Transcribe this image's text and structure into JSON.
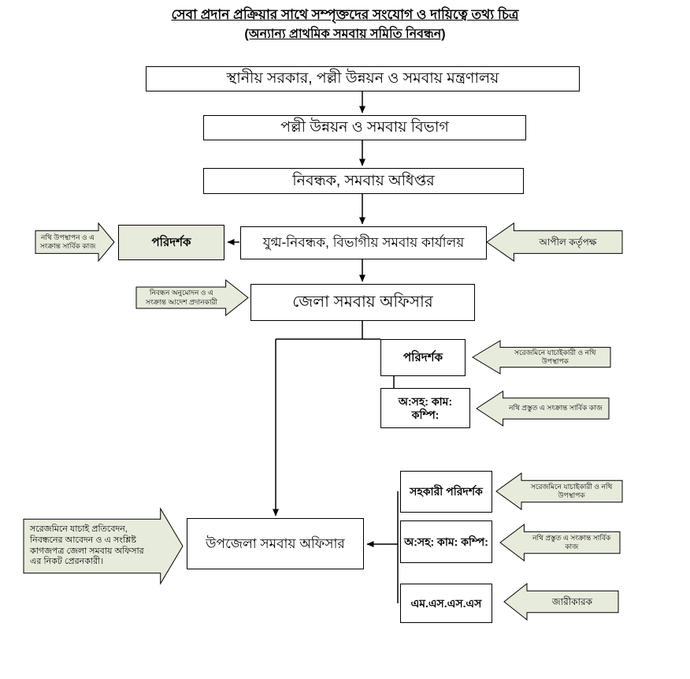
{
  "header": {
    "title": "সেবা প্রদান প্রক্রিয়ার সাথে সম্পৃক্তদের সংযোগ ও দায়িত্বে তথ্য চিত্র",
    "subtitle": "(অন্যান্য প্রাথমিক সমবায় সমিতি নিবন্ধন)"
  },
  "colors": {
    "callout_fill": "#e7ebdc",
    "box_fill": "#ffffff",
    "line_color": "#000000"
  },
  "nodes": {
    "ministry": {
      "label": "স্থানীয় সরকার, পল্লী উন্নয়ন ও সমবায় মন্ত্রণালয়"
    },
    "division": {
      "label": "পল্লী উন্নয়ন ও  সমবায় বিভাগ"
    },
    "registrar": {
      "label": "নিবন্ধক, সমবায় অধিপ্তর"
    },
    "joint_registrar": {
      "label": "যুগ্ম-নিবন্ধক, বিভাগীয় সমবায় কার্যালয়"
    },
    "inspector_divisional": {
      "label": "পরিদর্শক"
    },
    "district_officer": {
      "label": "জেলা সমবায় অফিসার"
    },
    "inspector_district": {
      "label": "পরিদর্শক"
    },
    "office_asst_district": {
      "label": "অ:সহ: কাম: কম্পি:"
    },
    "assistant_inspector": {
      "label": "সহকারী পরিদর্শক"
    },
    "office_asst_upazila": {
      "label": "অ:সহ: কাম: কম্পি:"
    },
    "mss": {
      "label": "এম.এস.এস.এস"
    },
    "upazila_officer": {
      "label": "উপজেলা সমবায় অফিসার"
    }
  },
  "callouts": {
    "file_presentation": "নথি উপস্থাপন ও এ সংক্রান্ত সার্বিক কাজ",
    "appeal_authority": "আপীল কর্তৃপক্ষ",
    "registration_approval": "নিবন্ধন অনুমোদন ও এ সংক্রান্ত আদেশ প্রদানকারী",
    "field_verifier_district": "সরেজমিনে যাচাইকারী ও নথি উপস্থাপক",
    "file_prepare_district": "নথি প্রস্তুত এ সংক্রান্ত সার্বিক কাজ",
    "field_verifier_upazila": "সরেজমিনে যাচাইকারী ও নথি উপস্থাপক",
    "file_prepare_upazila": "নথি প্রস্তুত এ সংক্রান্ত সার্বিক কাজ",
    "issuer": "জারীকারক",
    "upazila_sender": "সরেজমিনে যাচাই প্রতিবেদন, নিবন্ধনের আবেদন ও এ সংশ্লিষ্ট কাগজপত্র জেলা সমবায় অফিসার এর নিকট প্রেরনকারী।"
  }
}
